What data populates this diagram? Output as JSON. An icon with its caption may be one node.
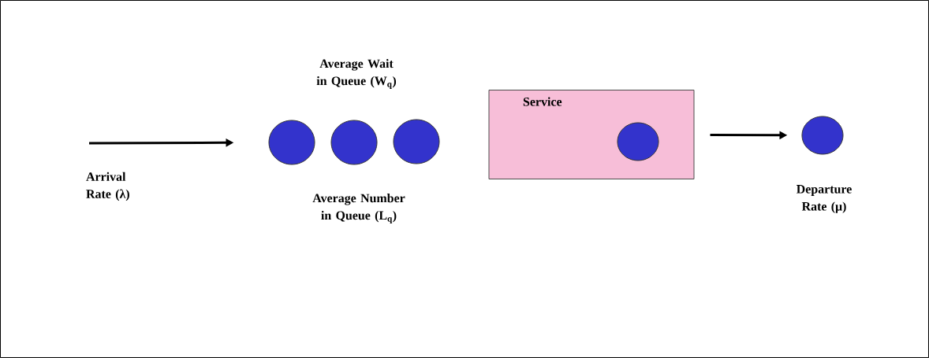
{
  "diagram": {
    "nodes": [
      {
        "text": [],
        "shape": "circle"
      },
      {
        "text": [],
        "shape": "circle"
      },
      {
        "text": [],
        "shape": "circle"
      },
      {
        "text": [
          "Service"
        ]
      },
      {
        "text": [],
        "shape": "circle",
        "in": 3
      },
      {
        "text": [],
        "shape": "circle"
      }
    ],
    "edges": [
      {
        "from": null,
        "to": 0,
        "arrow": "to"
      },
      {
        "from": 3,
        "to": 5,
        "arrow": "to"
      }
    ],
    "labels": [
      "Average Wait in Queue (W$_{q}$)",
      "Arrival Rate (λ)",
      "Average Number in Queue (L$_{q}$)",
      "Departure Rate (μ)"
    ]
  }
}
